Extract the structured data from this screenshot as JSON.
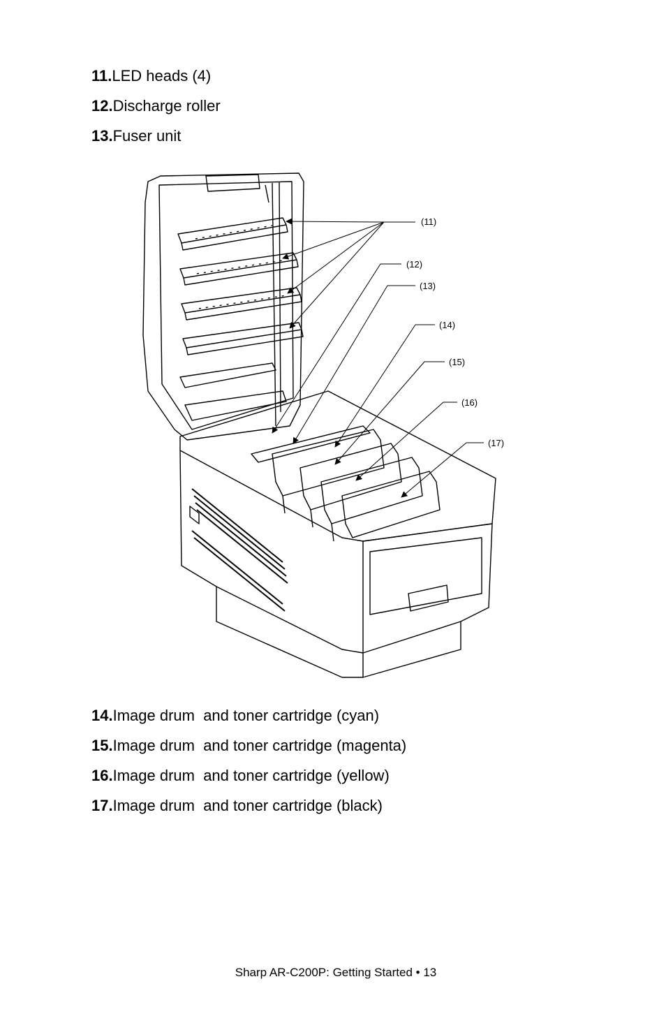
{
  "top_items": [
    {
      "num": "11.",
      "text": "LED heads (4)"
    },
    {
      "num": "12.",
      "text": "Discharge roller"
    },
    {
      "num": "13.",
      "text": "Fuser unit"
    }
  ],
  "bottom_items": [
    {
      "num": "14.",
      "text": "Image drum  and toner cartridge (cyan)"
    },
    {
      "num": "15.",
      "text": "Image drum  and toner cartridge (magenta)"
    },
    {
      "num": "16.",
      "text": "Image drum  and toner cartridge (yellow)"
    },
    {
      "num": "17.",
      "text": "Image drum  and toner cartridge (black)"
    }
  ],
  "figure": {
    "callouts": [
      "(11)",
      "(12)",
      "(13)",
      "(14)",
      "(15)",
      "(16)",
      "(17)"
    ]
  },
  "footer": {
    "text": "Sharp AR-C200P: Getting Started  • 13"
  }
}
